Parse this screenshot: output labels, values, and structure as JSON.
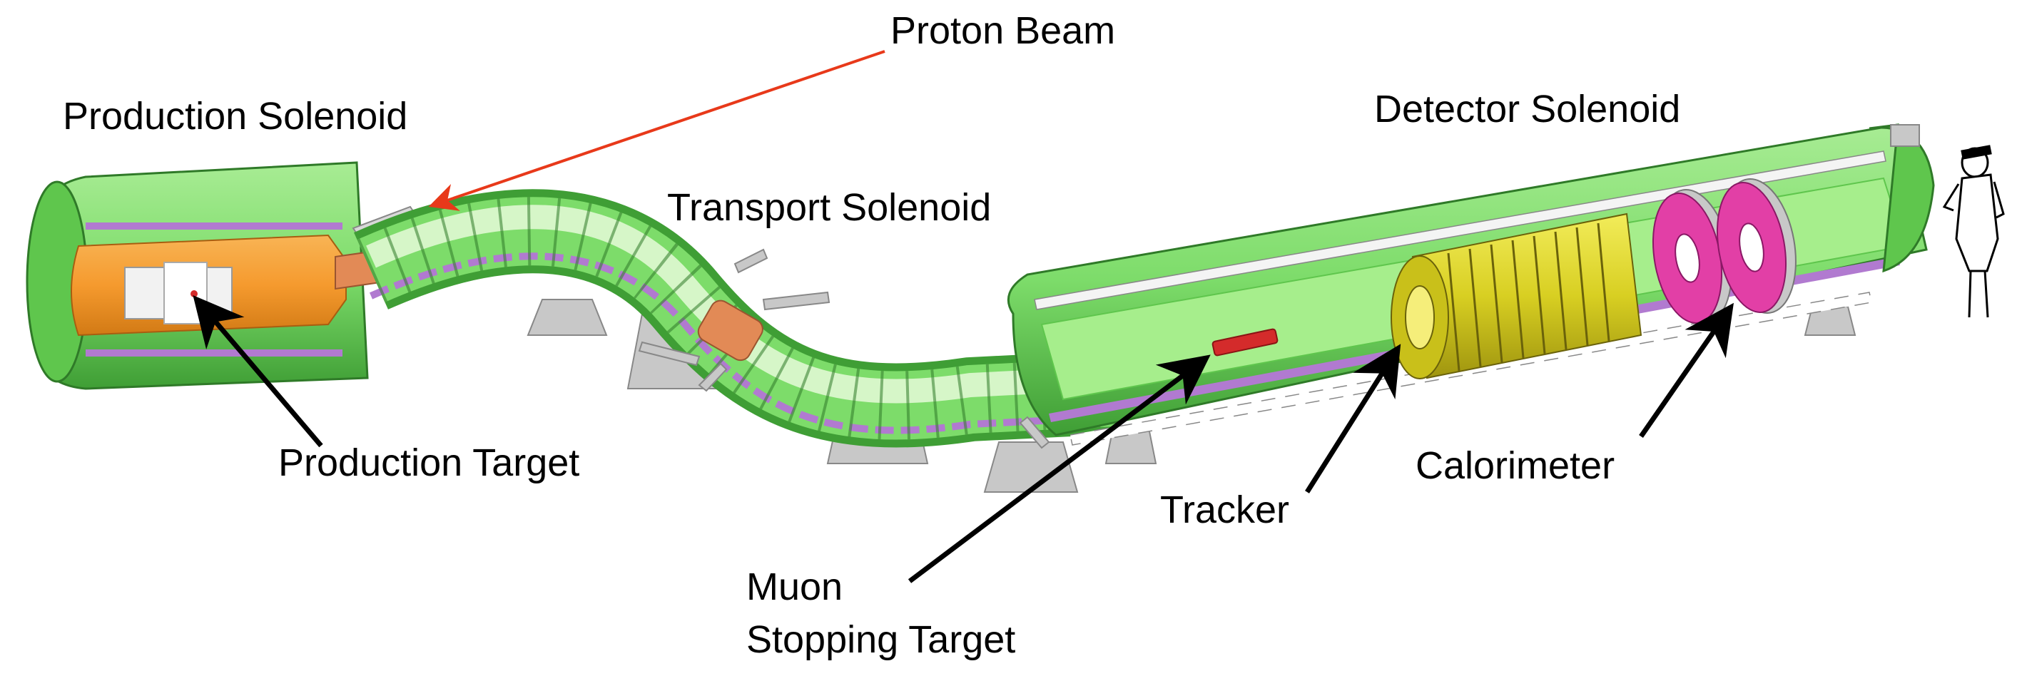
{
  "labels": {
    "proton_beam": "Proton Beam",
    "production_solenoid": "Production Solenoid",
    "transport_solenoid": "Transport Solenoid",
    "detector_solenoid": "Detector Solenoid",
    "production_target": "Production Target",
    "tracker": "Tracker",
    "calorimeter": "Calorimeter",
    "muon_stopping_target_line1": "Muon",
    "muon_stopping_target_line2": "Stopping Target"
  },
  "colors": {
    "solenoid_green": "#7ddc6a",
    "solenoid_dark_green": "#3f9e35",
    "inner_green": "#b6f0a4",
    "production_orange": "#f59a2e",
    "coil_purple": "#b17ad0",
    "support_gray": "#c8c8c8",
    "tracker_yellow": "#d8cf22",
    "calorimeter_pink": "#e23fa6",
    "stopping_target_red": "#d42b2b",
    "proton_arrow_red": "#e8391a",
    "arrow_black": "#000000"
  },
  "icons": {
    "person": "person-silhouette-icon"
  }
}
